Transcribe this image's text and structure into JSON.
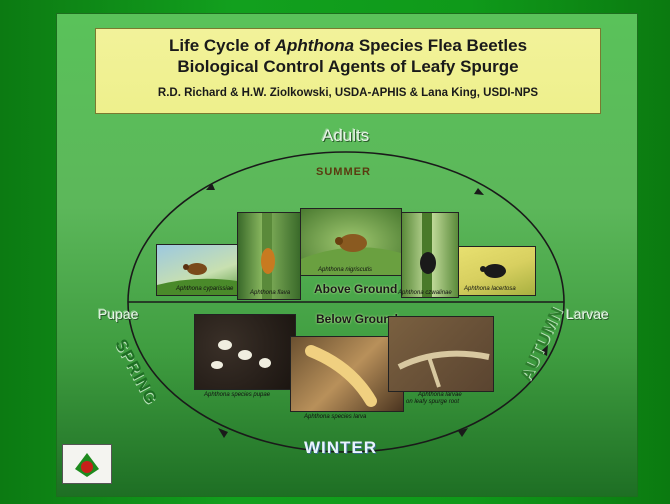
{
  "title": {
    "line1_pre": "Life Cycle of ",
    "line1_italic": "Aphthona",
    "line1_post": " Species Flea Beetles",
    "line2": "Biological Control Agents of Leafy Spurge",
    "authors": "R.D. Richard & H.W. Ziolkowski, USDA-APHIS & Lana King, USDI-NPS"
  },
  "stages": {
    "adults": "Adults",
    "pupae": "Pupae",
    "larvae": "Larvae"
  },
  "seasons": {
    "summer": "SUMMER",
    "spring": "SPRING",
    "autumn": "AUTUMN",
    "winter": "WINTER"
  },
  "ground": {
    "above": "Above Ground",
    "below": "Below Ground"
  },
  "captions": {
    "cyparissiae": "Aphthona cyparissiae",
    "flava": "Aphthona flava",
    "nigriscutis": "Aphthona nigriscutis",
    "czwalinae": "Aphthona czwalinae",
    "lacertosa": "Aphthona lacertosa",
    "pupae": "Aphthona species pupae",
    "larva": "Aphthona species larva",
    "larvae_root_1": "Aphthona larvae",
    "larvae_root_2": "on leafy spurge root"
  },
  "colors": {
    "title_bg": "#eef08c",
    "ellipse": "#1a1a1a",
    "summer": "#5a3a10",
    "spring": "#1e6f24",
    "autumn": "#2e7d2e",
    "winter": "#e8f4ff"
  }
}
